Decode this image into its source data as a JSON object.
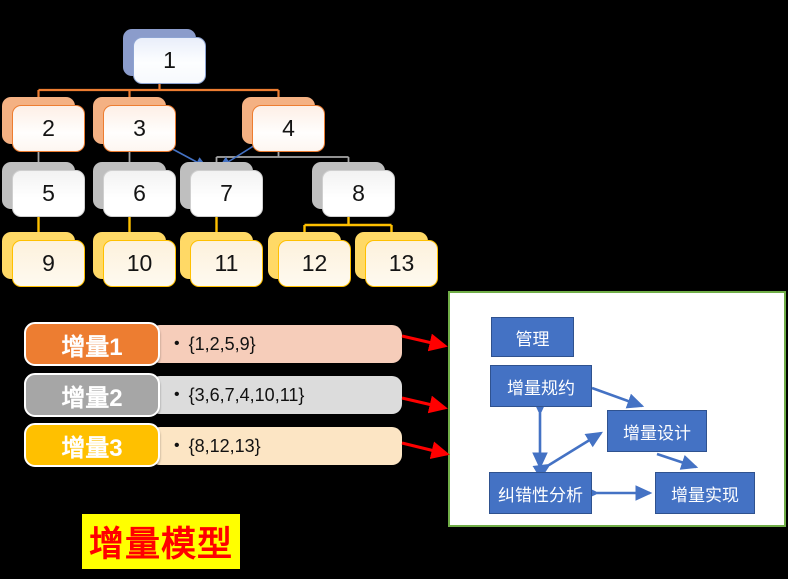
{
  "title": {
    "text": "增量模型"
  },
  "tree": {
    "nodes": [
      {
        "label": "1"
      },
      {
        "label": "2"
      },
      {
        "label": "3"
      },
      {
        "label": "4"
      },
      {
        "label": "5"
      },
      {
        "label": "6"
      },
      {
        "label": "7"
      },
      {
        "label": "8"
      },
      {
        "label": "9"
      },
      {
        "label": "10"
      },
      {
        "label": "11"
      },
      {
        "label": "12"
      },
      {
        "label": "13"
      }
    ]
  },
  "increments": {
    "rows": [
      {
        "label": "增量1",
        "bullet": "•",
        "set": "{1,2,5,9}"
      },
      {
        "label": "增量2",
        "bullet": "•",
        "set": "{3,6,7,4,10,11}"
      },
      {
        "label": "增量3",
        "bullet": "•",
        "set": "{8,12,13}"
      }
    ]
  },
  "flow": {
    "boxes": [
      {
        "label": "管理"
      },
      {
        "label": "增量规约"
      },
      {
        "label": "增量设计"
      },
      {
        "label": "纠错性分析"
      },
      {
        "label": "增量实现"
      }
    ]
  },
  "colors": {
    "background": "#000000",
    "level1_accent": "#8B9CCB",
    "level2_accent": "#ED7D31",
    "level3_accent": "#A6A6A6",
    "level4_accent": "#FFC000",
    "flow_box_blue": "#4472C4",
    "panel_border_green": "#70AD47",
    "arrow_red": "#FF0000",
    "title_text": "#FF0000",
    "title_highlight": "#FFFF00"
  }
}
